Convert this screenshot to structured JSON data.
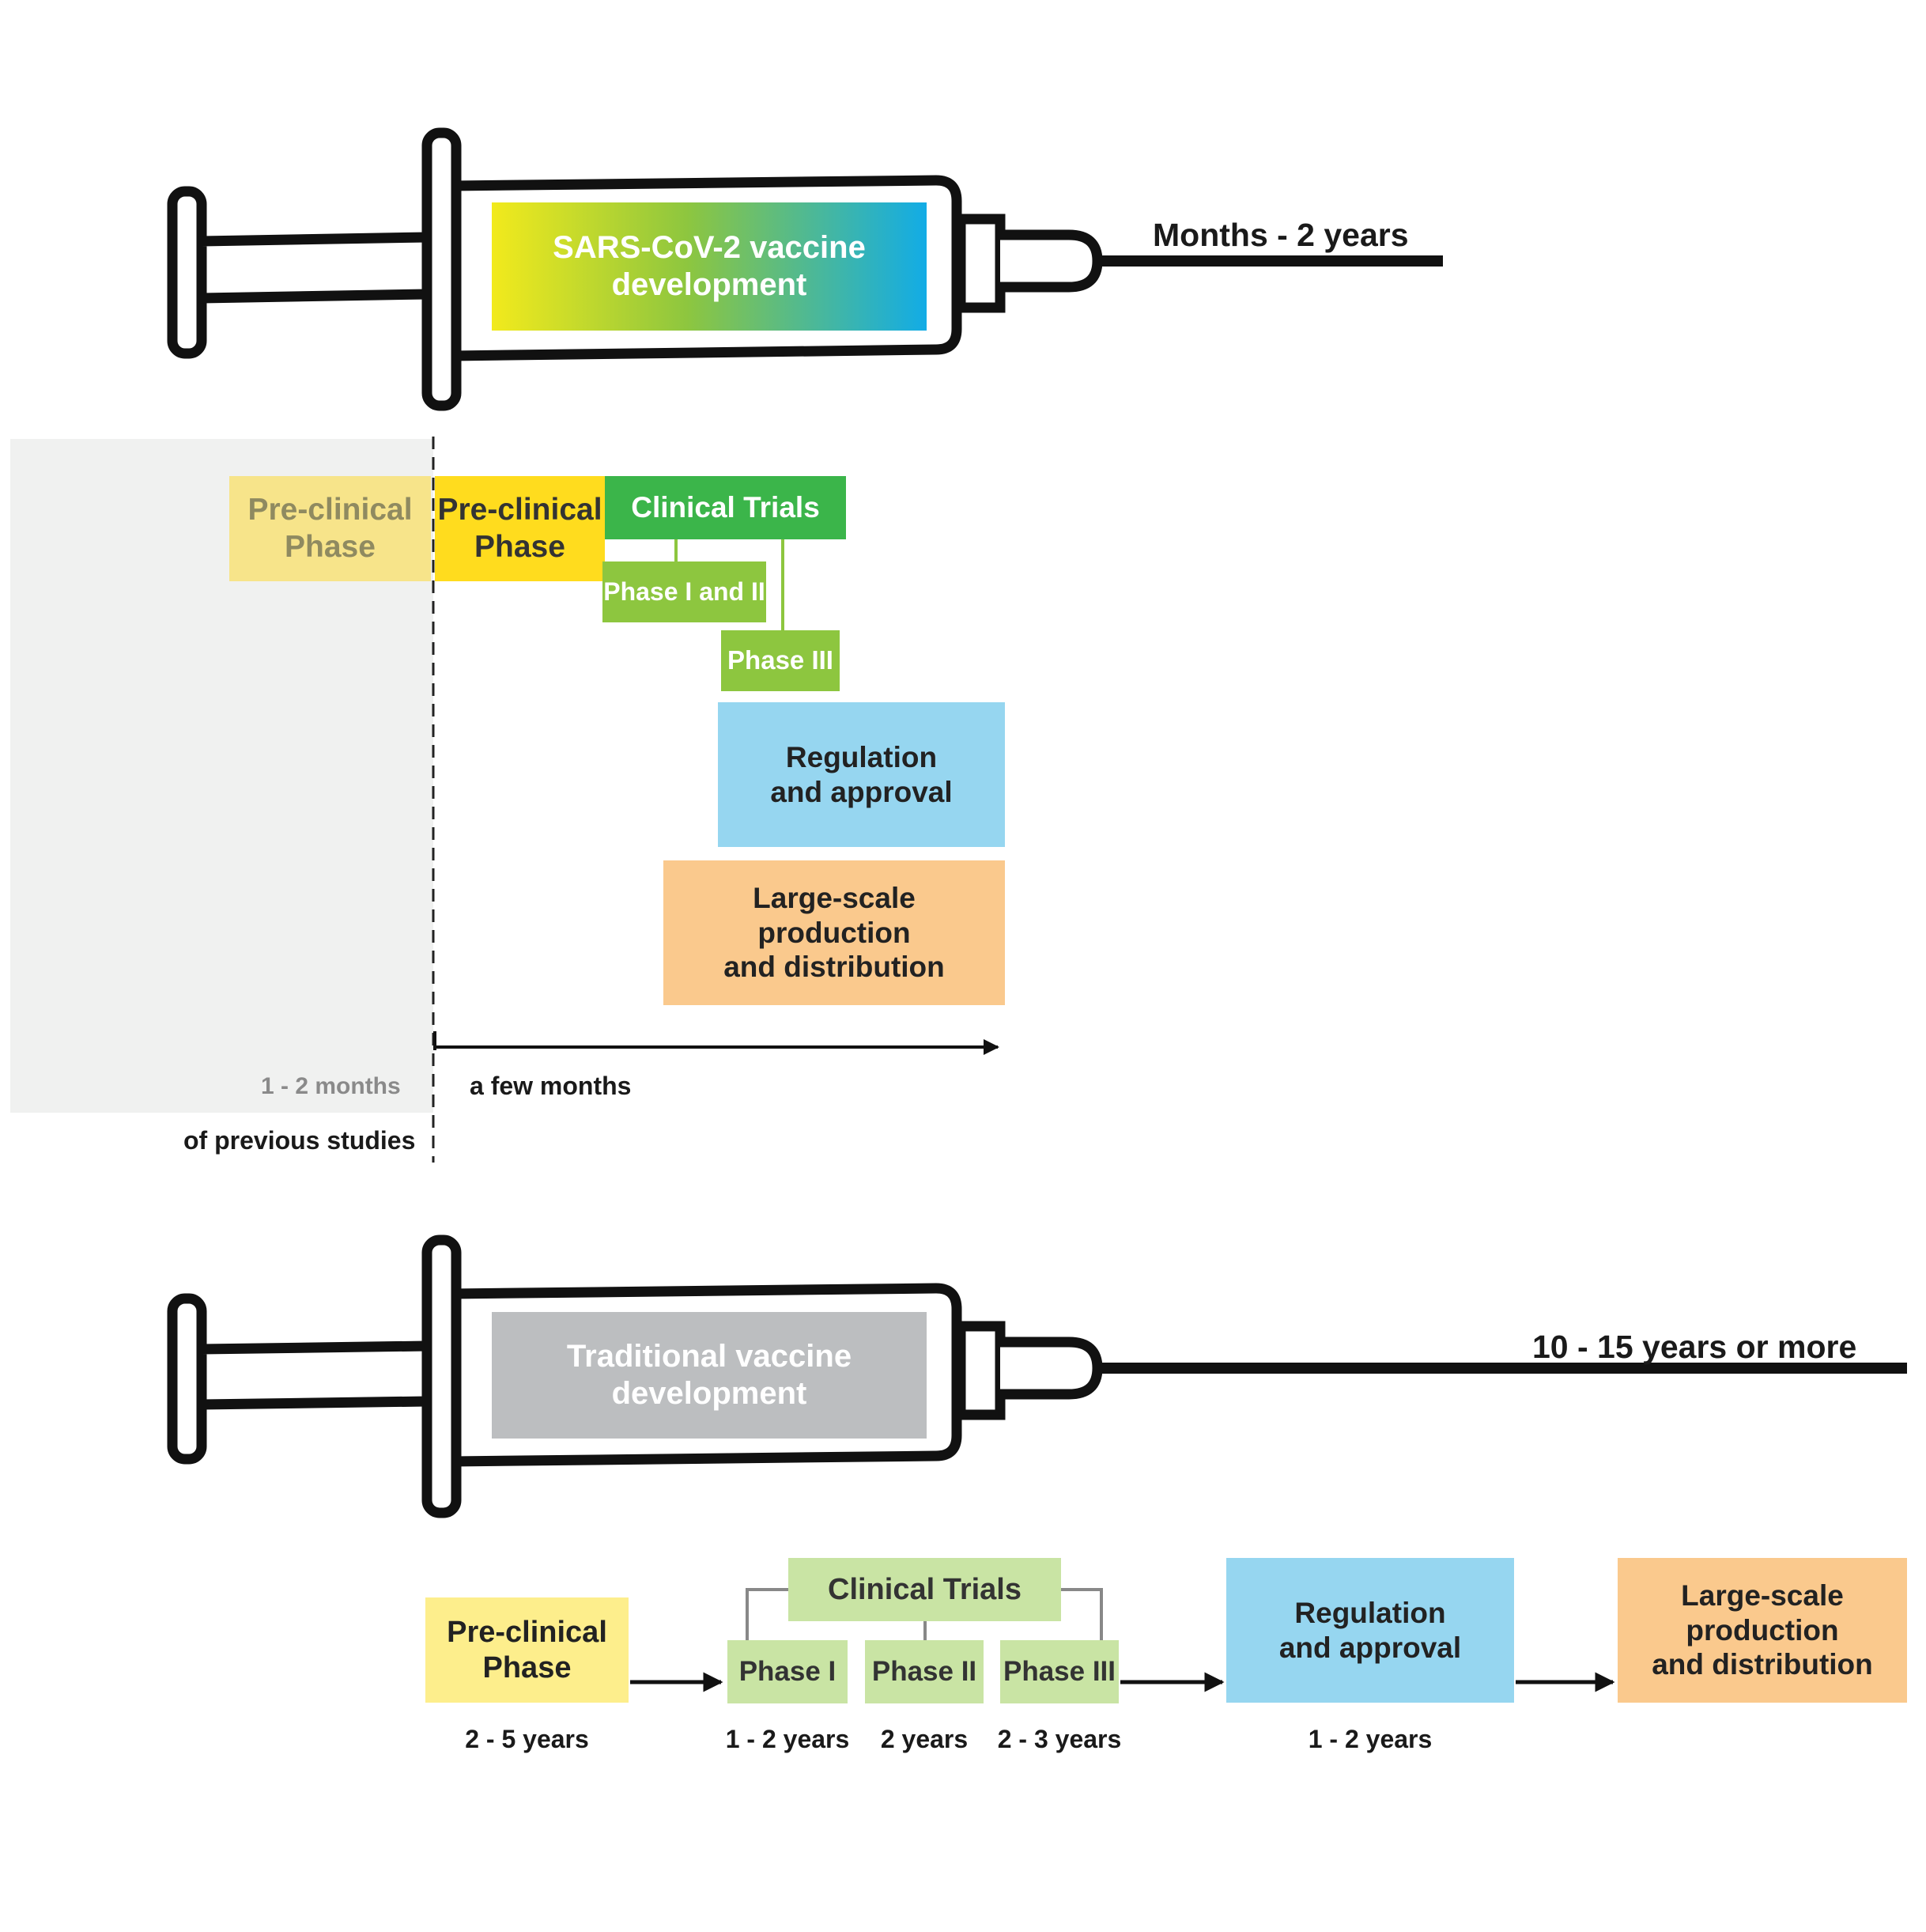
{
  "fast": {
    "syringe_label": "SARS-CoV-2 vaccine\ndevelopment",
    "duration": "Months - 2 years",
    "faded_preclinical": "Pre-clinical\nPhase",
    "preclinical": "Pre-clinical\nPhase",
    "clinical_trials": "Clinical Trials",
    "phase_1_2": "Phase I and II",
    "phase_3": "Phase III",
    "regulation": "Regulation\nand approval",
    "production": "Large-scale\nproduction\nand distribution",
    "previous_duration": "1 - 2 months",
    "previous_note": "of previous studies",
    "few_months": "a few months"
  },
  "traditional": {
    "syringe_label": "Traditional vaccine\ndevelopment",
    "duration": "10 - 15 years or more",
    "preclinical": "Pre-clinical\nPhase",
    "preclinical_time": "2 - 5 years",
    "clinical_trials": "Clinical Trials",
    "phase_1": "Phase I",
    "phase_1_time": "1 - 2 years",
    "phase_2": "Phase II",
    "phase_2_time": "2 years",
    "phase_3": "Phase III",
    "phase_3_time": "2 - 3 years",
    "regulation": "Regulation\nand approval",
    "regulation_time": "1 - 2 years",
    "production": "Large-scale\nproduction\nand distribution"
  },
  "colors": {
    "yellow": "#FFDC1E",
    "yellow_faded": "#F7E48A",
    "yellow_light": "#FDEE8C",
    "green_dark": "#3BB54A",
    "green": "#8DC63F",
    "green_light": "#C9E4A4",
    "blue": "#96D6F0",
    "orange": "#FAC98D",
    "grey": "#BCBEC0",
    "grey_panel": "#F0F1F0"
  }
}
